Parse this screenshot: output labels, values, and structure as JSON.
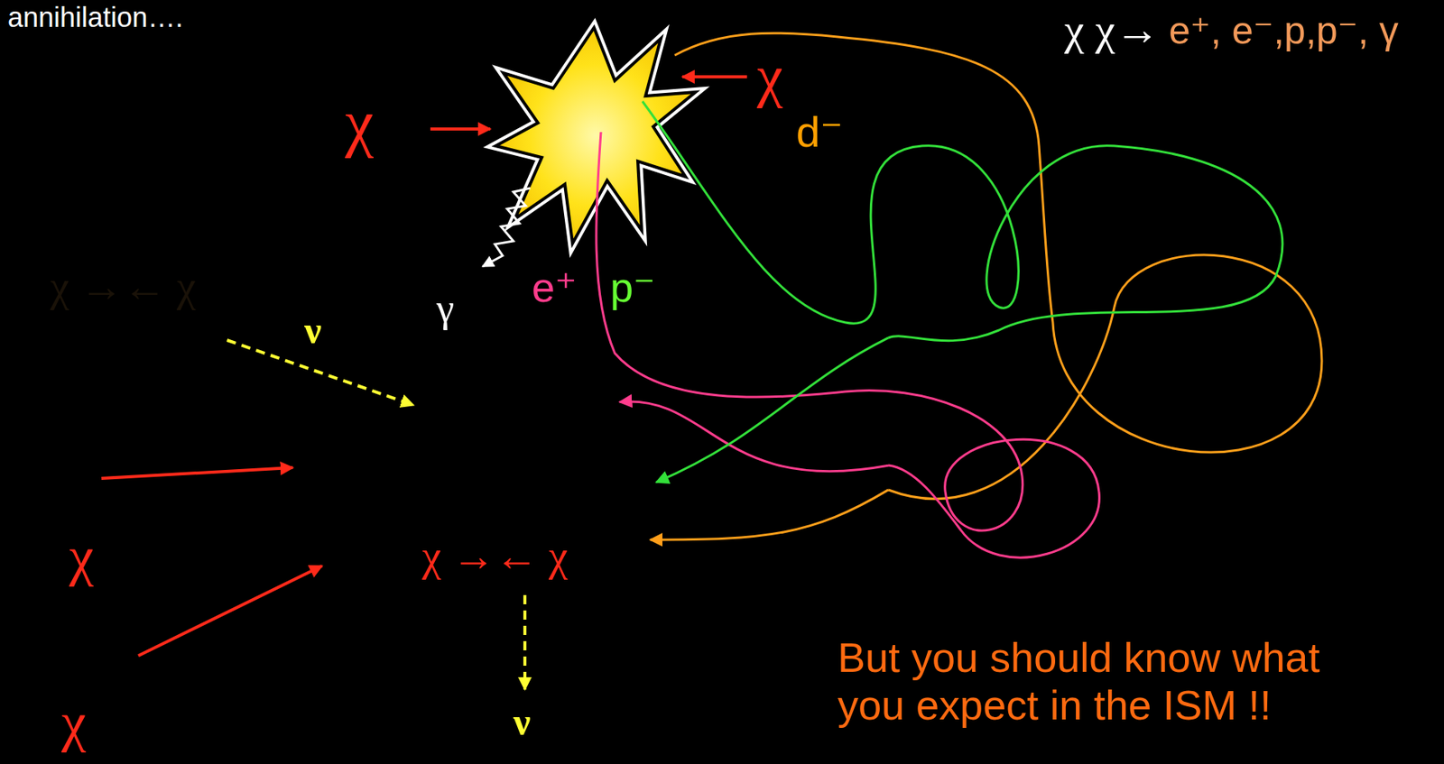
{
  "diagram": {
    "nodes": [
      {
        "text": [
          "χ →← χ"
        ]
      },
      {
        "text": [
          "χ →← χ"
        ]
      },
      {
        "text": [
          "ISM"
        ]
      }
    ],
    "edges": [
      {
        "from": 0,
        "to": 1,
        "arrow": "to"
      },
      {
        "from": 2,
        "to": 1,
        "arrow": "to"
      },
      {
        "from": 2,
        "to": 1,
        "arrow": "to"
      },
      {
        "from": 2,
        "to": 1,
        "arrow": "to"
      }
    ],
    "labels": [
      "annihilation….",
      "χ χ→",
      "e⁺, e⁻,p,p⁻, γ",
      "χ",
      "χ",
      "d⁻",
      "γ",
      "e⁺",
      "p⁻",
      "ν",
      "χ",
      "χ",
      "ν",
      "But you should know  what you expect in the ISM !!"
    ]
  }
}
